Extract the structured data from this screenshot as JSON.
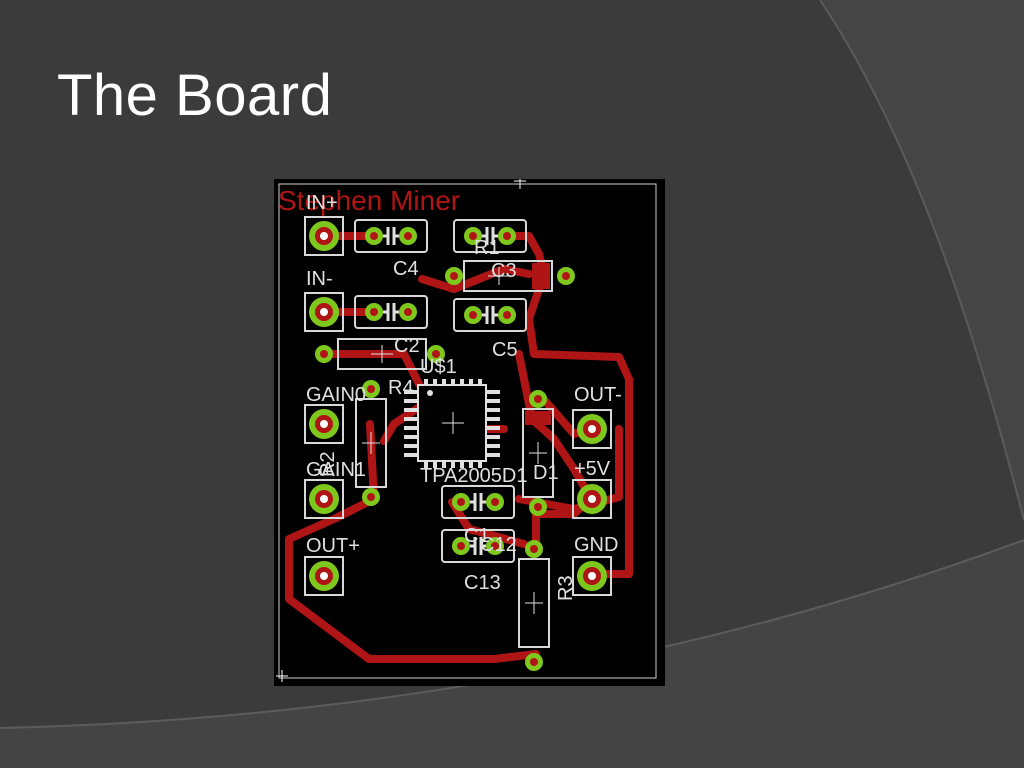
{
  "slide": {
    "title": "The Board",
    "colors": {
      "background": "#3b3b3b",
      "accent_curve": "#4a4a4a",
      "board": "#000000",
      "trace": "#b01515",
      "pad": "#7ec81e",
      "silkscreen": "#e0e0e0"
    }
  },
  "board": {
    "author_text": "Stephen Miner",
    "connectors": {
      "in_plus": "IN+",
      "in_minus": "IN-",
      "gain0": "GAIN0",
      "gain1": "GAIN1",
      "out_plus": "OUT+",
      "out_minus": "OUT-",
      "plus5v": "+5V",
      "gnd": "GND"
    },
    "parts": {
      "c4": "C4",
      "c3": "C3",
      "c2": "C2",
      "c5": "C5",
      "r1": "R1",
      "r4": "R4",
      "r2": "R2",
      "r3": "R3",
      "d1": "D1",
      "u1": "U$1",
      "c1": "C1",
      "c13": "C13",
      "c12": "C12",
      "ic": "TPA2005D1"
    }
  }
}
